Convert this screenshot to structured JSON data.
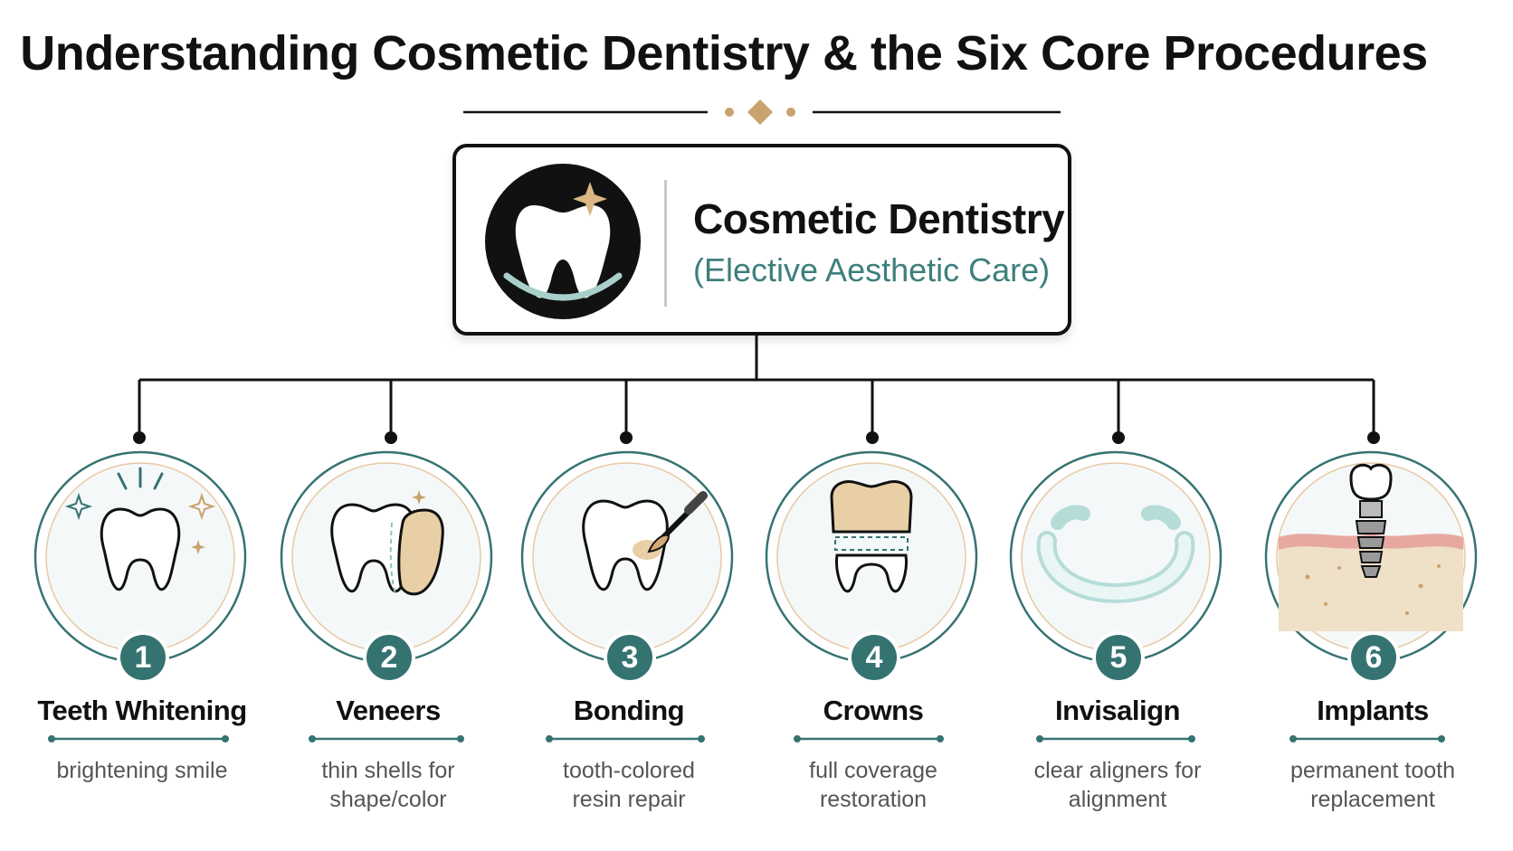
{
  "title": "Understanding Cosmetic Dentistry & the Six Core Procedures",
  "center": {
    "title": "Cosmetic Dentistry",
    "subtitle": "(Elective Aesthetic Care)",
    "icon": "tooth-sparkle-icon"
  },
  "colors": {
    "teal": "#357371",
    "gold": "#c9a26d",
    "dark": "#111111",
    "veneer": "#e8cfa6"
  },
  "procedures": [
    {
      "number": "1",
      "name": "Teeth Whitening",
      "desc_line1": "brightening smile",
      "desc_line2": "",
      "icon": "tooth-whitening-icon"
    },
    {
      "number": "2",
      "name": "Veneers",
      "desc_line1": "thin shells for",
      "desc_line2": "shape/color",
      "icon": "veneer-icon"
    },
    {
      "number": "3",
      "name": "Bonding",
      "desc_line1": "tooth-colored",
      "desc_line2": "resin repair",
      "icon": "bonding-brush-icon"
    },
    {
      "number": "4",
      "name": "Crowns",
      "desc_line1": "full coverage",
      "desc_line2": "restoration",
      "icon": "crown-cap-icon"
    },
    {
      "number": "5",
      "name": "Invisalign",
      "desc_line1": "clear aligners for",
      "desc_line2": "alignment",
      "icon": "clear-aligner-icon"
    },
    {
      "number": "6",
      "name": "Implants",
      "desc_line1": "permanent tooth",
      "desc_line2": "replacement",
      "icon": "dental-implant-icon"
    }
  ]
}
